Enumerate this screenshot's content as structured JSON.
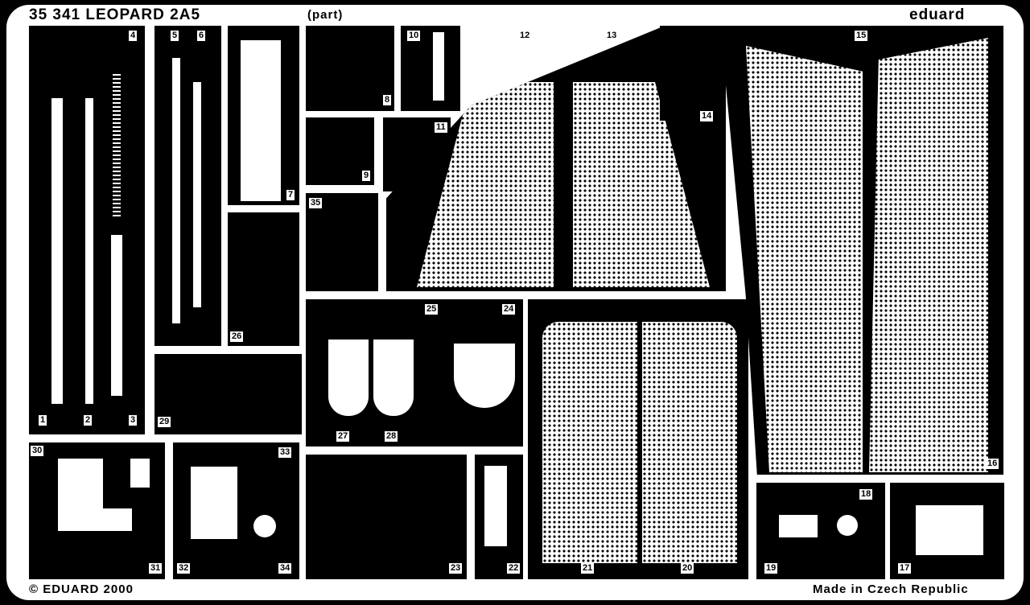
{
  "header": {
    "title": "35 341 LEOPARD 2A5",
    "subtitle": "(part)",
    "brand": "eduard"
  },
  "footer": {
    "copyright": "© EDUARD 2000",
    "origin": "Made in Czech Republic"
  },
  "part_numbers": [
    "1",
    "2",
    "3",
    "4",
    "5",
    "6",
    "7",
    "8",
    "9",
    "10",
    "11",
    "12",
    "13",
    "14",
    "15",
    "16",
    "17",
    "18",
    "19",
    "20",
    "21",
    "22",
    "23",
    "24",
    "25",
    "26",
    "27",
    "28",
    "29",
    "30",
    "31",
    "32",
    "33",
    "34",
    "35"
  ]
}
